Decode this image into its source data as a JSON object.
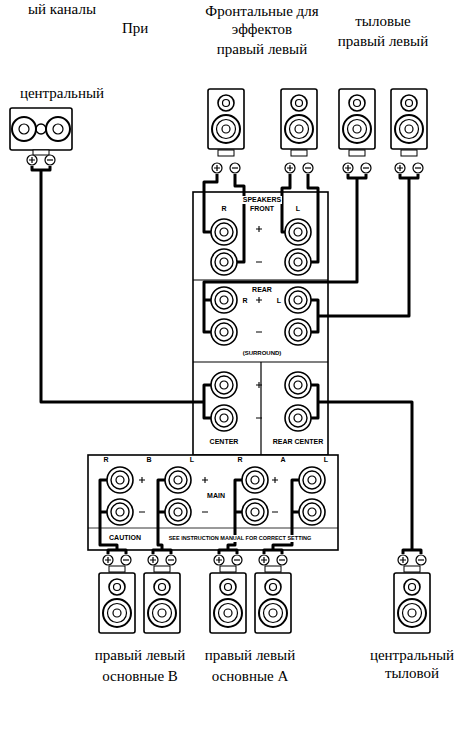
{
  "diagram": {
    "labels": [
      "ый каналы",
      "При",
      "Фронтальные для эффектов",
      "правый левый",
      "тыловые",
      "правый левый",
      "центральный",
      "SPEAKERS",
      "FRONT",
      "R",
      "L",
      "REAR",
      "R",
      "L",
      "(SURROUND)",
      "CENTER",
      "REAR CENTER",
      "R",
      "B",
      "L",
      "MAIN",
      "R",
      "A",
      "L",
      "CAUTION",
      "SEE INSTRUCTION MANUAL FOR CORRECT SETTING",
      "правый левый",
      "основные B",
      "правый левый",
      "основные A",
      "центральный тыловой"
    ]
  }
}
